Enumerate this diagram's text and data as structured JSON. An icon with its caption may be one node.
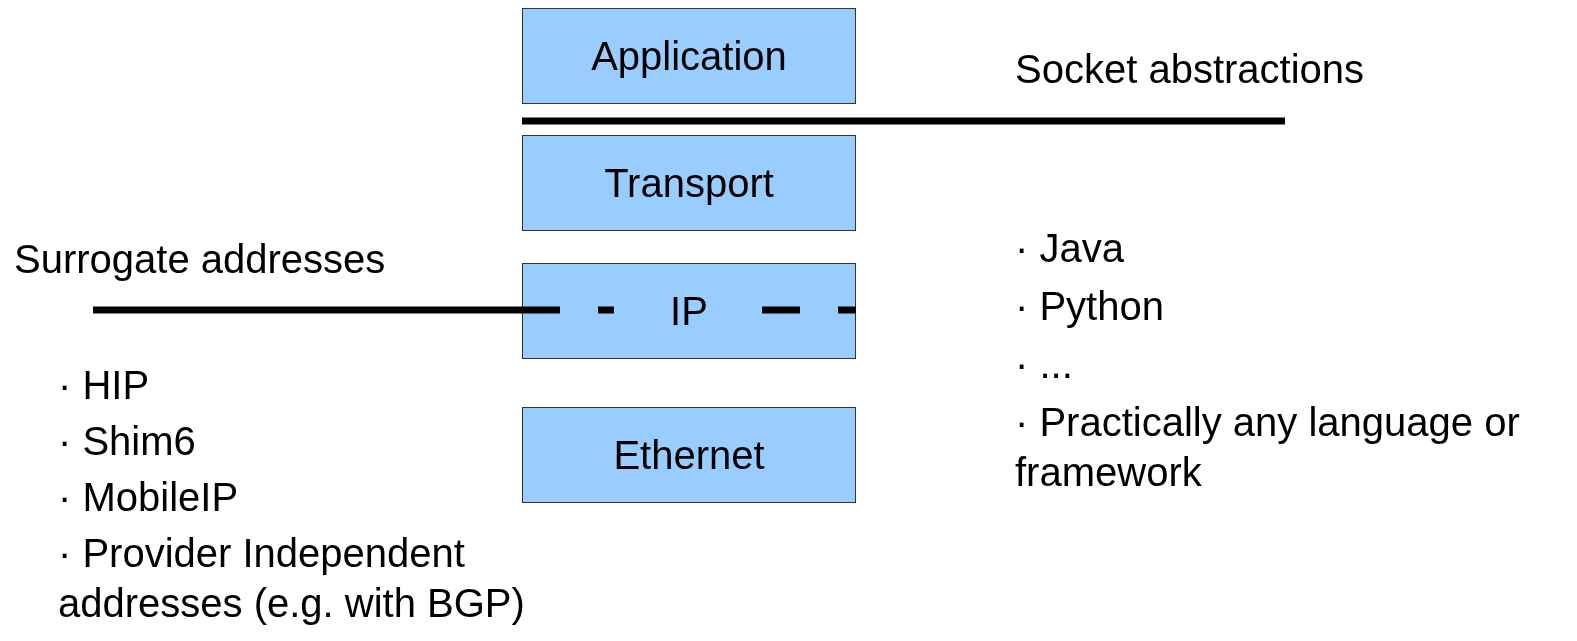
{
  "diagram": {
    "nodes": [
      {
        "text": [
          "Application"
        ]
      },
      {
        "text": [
          "Transport"
        ]
      },
      {
        "text": [
          "IP"
        ]
      },
      {
        "text": [
          "Ethernet"
        ]
      }
    ],
    "labels": [
      "Socket abstractions",
      "· Java",
      "· Python",
      "· ...",
      "· Practically any language or framework",
      "Surrogate addresses",
      "· HIP",
      "· Shim6",
      "· MobileIP",
      "· Provider Independent addresses (e.g. with BGP)"
    ]
  }
}
